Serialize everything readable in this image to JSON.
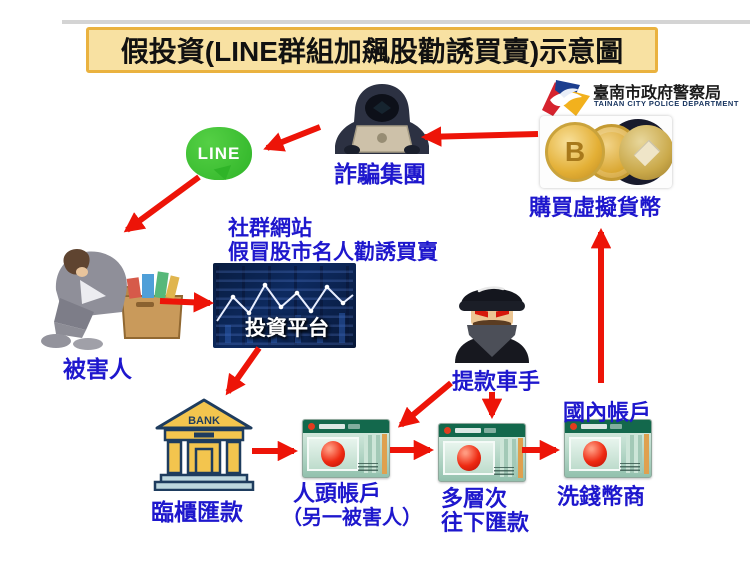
{
  "title": "假投資(LINE群組加飆股勸誘買賣)示意圖",
  "agency": {
    "name_zh": "臺南市政府警察局",
    "name_en": "TAINAN CITY POLICE DEPARTMENT"
  },
  "nodes": {
    "line_app": {
      "label": "LINE"
    },
    "fraud_group": {
      "label": "詐騙集團"
    },
    "buy_crypto": {
      "label": "購買虛擬貨幣"
    },
    "victim": {
      "label": "被害人"
    },
    "social": {
      "line1": "社群網站",
      "line2": "假冒股市名人勸誘買賣"
    },
    "platform": {
      "label": "投資平台"
    },
    "mule": {
      "label": "提款車手"
    },
    "bank": {
      "sign": "BANK",
      "label": "臨櫃匯款"
    },
    "account1": {
      "line1": "人頭帳戶",
      "line2": "（另一被害人）"
    },
    "account2": {
      "line1": "多層次",
      "line2": "往下匯款"
    },
    "account3": {
      "top_label": "國內帳戶",
      "bottom_label": "洗錢幣商"
    }
  },
  "crypto": {
    "bitcoin_symbol": "B"
  },
  "icons": {
    "line_logo": "line-logo-icon",
    "hacker": "hacker-icon",
    "crypto_coins": "bitcoin-doge-ethereum-coins",
    "victim": "sad-victim-icon",
    "stock_chart": "stock-chart-icon",
    "mule": "masked-robber-icon",
    "bank": "bank-building-icon",
    "passbook": "green-passbook-icon",
    "police_badge": "police-badge-icon"
  },
  "colors": {
    "label_blue": "#1e17cd",
    "arrow_red": "#ed1408",
    "banner_fill": "#f8e1a2",
    "banner_border": "#eab23f",
    "line_green": "#2fb428",
    "passbook_green": "#13684c",
    "bank_yellow": "#f3c54e",
    "coin_gold": "#d9a62e",
    "platform_navy": "#0d2a60"
  }
}
